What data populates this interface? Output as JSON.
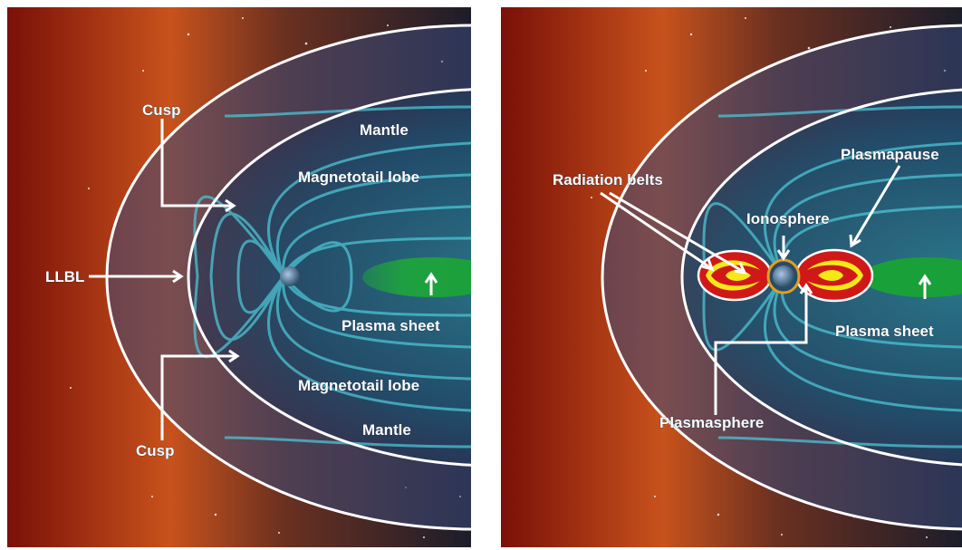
{
  "left_panel": {
    "labels": {
      "cusp_top": "Cusp",
      "cusp_bottom": "Cusp",
      "llbl": "LLBL",
      "mantle_top": "Mantle",
      "mantle_bottom": "Mantle",
      "lobe_top": "Magnetotail lobe",
      "lobe_bottom": "Magnetotail lobe",
      "plasma_sheet": "Plasma sheet"
    }
  },
  "right_panel": {
    "labels": {
      "radiation_belts": "Radiation belts",
      "ionosphere": "Ionosphere",
      "plasmapause": "Plasmapause",
      "plasma_sheet": "Plasma sheet",
      "plasmasphere": "Plasmasphere"
    }
  },
  "colors": {
    "sun": "#b02a10",
    "space": "#1a1d2a",
    "field_lines": "#3fb8c8",
    "plasma_sheet": "#1a9a3a",
    "belts_red": "#d01818",
    "belts_yellow": "#f4e818",
    "ionosphere_ring": "#e0a020",
    "boundary": "#ffffff"
  }
}
